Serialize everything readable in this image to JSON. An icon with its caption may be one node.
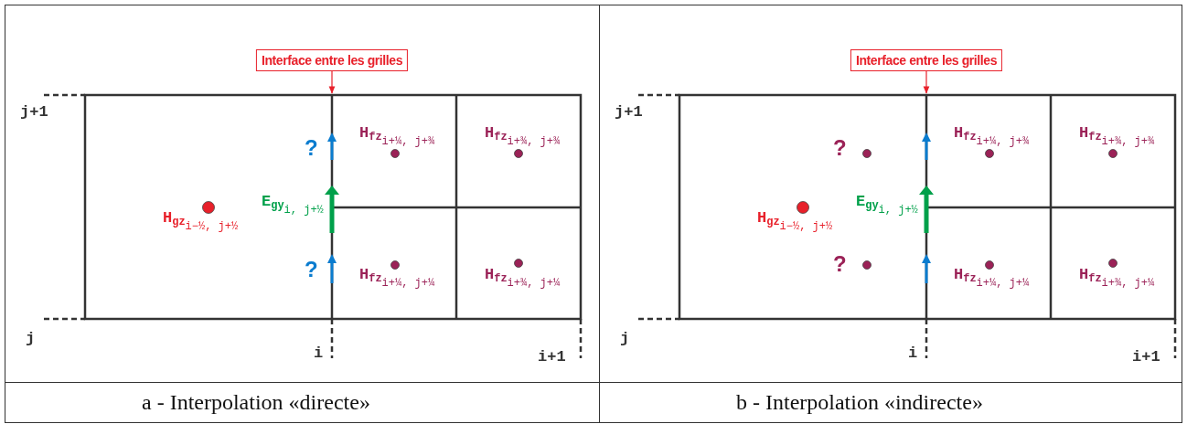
{
  "diagram": {
    "nodes": [
      {
        "text": [
          "Interface entre les grilles"
        ]
      },
      {
        "text": [
          "Interface entre les grilles"
        ]
      }
    ],
    "edges": [
      {
        "from": 0,
        "to": null,
        "arrow": "to"
      },
      {
        "from": 1,
        "to": null,
        "arrow": "to"
      }
    ],
    "labels": [
      "j+1",
      "?",
      "H$_{fz}$$_{i+¼, j+¾}$",
      "H$_{fz}$$_{i+¾, j+¾}$",
      "E$_{gy}$$_{i, j+½}$",
      "H$_{gz}$$_{i−½, j+½}$",
      "?",
      "H$_{fz}$$_{i+¼, j+¼}$",
      "H$_{fz}$$_{i+¾, j+¼}$",
      "j",
      "i",
      "i+1",
      "j+1",
      "?",
      "H$_{fz}$$_{i+¼, j+¾}$",
      "H$_{fz}$$_{i+¾, j+¾}$",
      "E$_{gy}$$_{i, j+½}$",
      "H$_{gz}$$_{i−½, j+½}$",
      "?",
      "H$_{fz}$$_{i+¼, j+¼}$",
      "H$_{fz}$$_{i+¾, j+¼}$",
      "j",
      "i",
      "i+1",
      "a - Interpolation «directe»",
      "b - Interpolation «indirecte»"
    ]
  }
}
